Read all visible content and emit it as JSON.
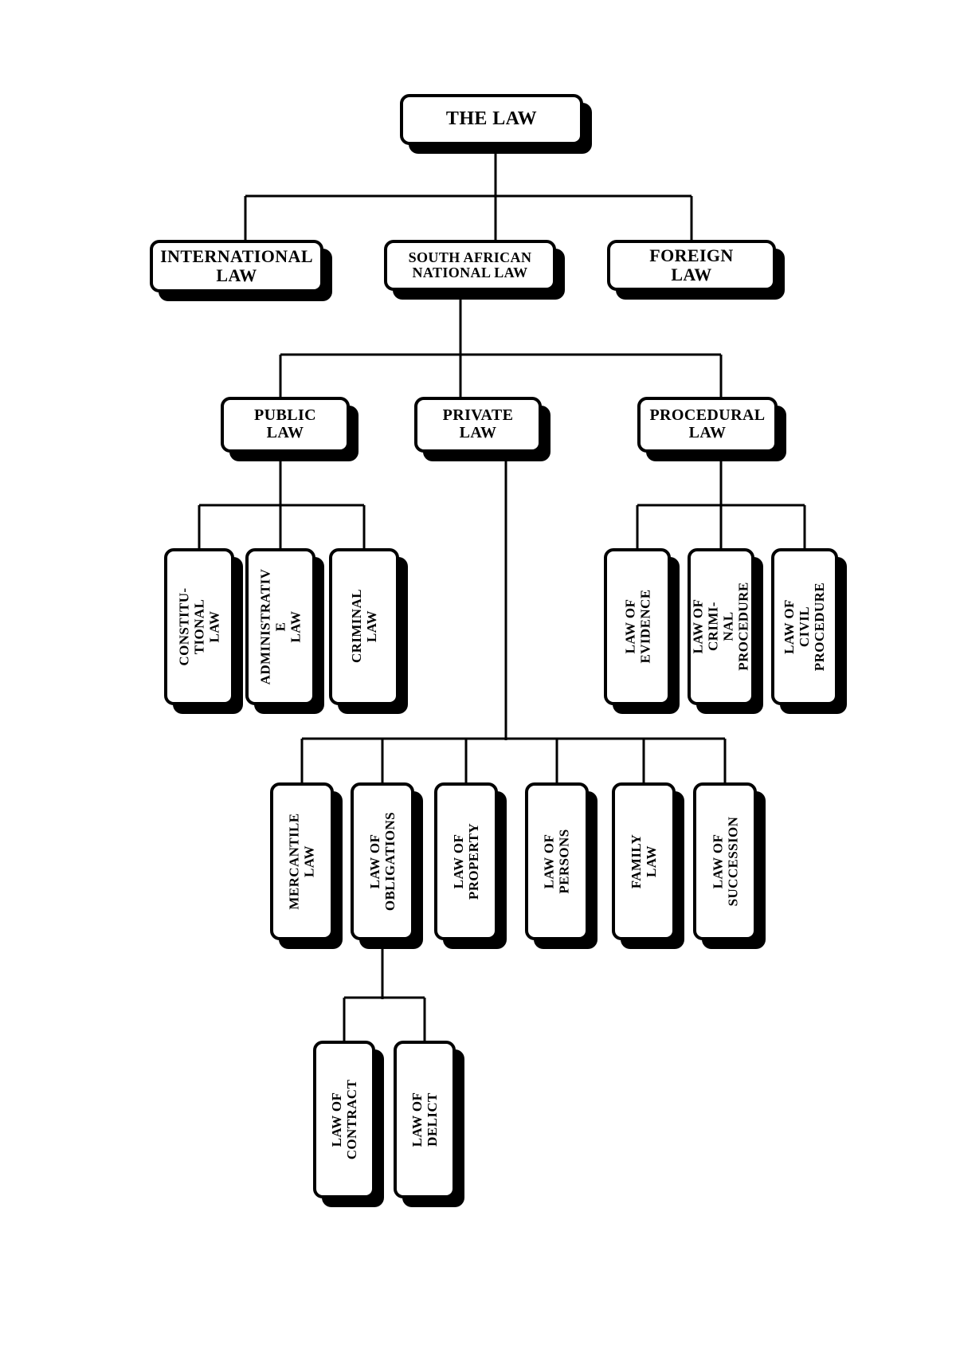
{
  "colors": {
    "ink": "#000000",
    "paper": "#ffffff"
  },
  "diagram": {
    "root_label": "THE LAW",
    "nodes": [
      {
        "id": "the-law",
        "lines": [
          "THE LAW"
        ],
        "vertical": false
      },
      {
        "id": "international-law",
        "lines": [
          "INTERNATIONAL",
          "LAW"
        ],
        "vertical": false
      },
      {
        "id": "south-african-national-law",
        "lines": [
          "SOUTH AFRICAN",
          "NATIONAL LAW"
        ],
        "vertical": false
      },
      {
        "id": "foreign-law",
        "lines": [
          "FOREIGN",
          "LAW"
        ],
        "vertical": false
      },
      {
        "id": "public-law",
        "lines": [
          "PUBLIC",
          "LAW"
        ],
        "vertical": false
      },
      {
        "id": "private-law",
        "lines": [
          "PRIVATE",
          "LAW"
        ],
        "vertical": false
      },
      {
        "id": "procedural-law",
        "lines": [
          "PROCEDURAL",
          "LAW"
        ],
        "vertical": false
      },
      {
        "id": "constitutional-law",
        "lines": [
          "CONSTITU-",
          "TIONAL LAW"
        ],
        "vertical": true
      },
      {
        "id": "administrative-law",
        "lines": [
          "ADMINISTRATIV",
          "E",
          "LAW"
        ],
        "vertical": true
      },
      {
        "id": "criminal-law",
        "lines": [
          "CRIMINAL LAW"
        ],
        "vertical": true
      },
      {
        "id": "law-of-evidence",
        "lines": [
          "LAW OF",
          "EVIDENCE"
        ],
        "vertical": true
      },
      {
        "id": "law-of-criminal-procedure",
        "lines": [
          "LAW OF CRIMI-",
          "NAL PROCEDURE"
        ],
        "vertical": true
      },
      {
        "id": "law-of-civil-procedure",
        "lines": [
          "LAW OF CIVIL",
          "PROCEDURE"
        ],
        "vertical": true
      },
      {
        "id": "mercantile-law",
        "lines": [
          "MERCANTILE",
          "LAW"
        ],
        "vertical": true
      },
      {
        "id": "law-of-obligations",
        "lines": [
          "LAW OF",
          "OBLIGATIONS"
        ],
        "vertical": true
      },
      {
        "id": "law-of-property",
        "lines": [
          "LAW OF",
          "PROPERTY"
        ],
        "vertical": true
      },
      {
        "id": "law-of-persons",
        "lines": [
          "LAW OF",
          "PERSONS"
        ],
        "vertical": true
      },
      {
        "id": "family-law",
        "lines": [
          "FAMILY",
          "LAW"
        ],
        "vertical": true
      },
      {
        "id": "law-of-succession",
        "lines": [
          "LAW OF",
          "SUCCESSION"
        ],
        "vertical": true
      },
      {
        "id": "law-of-contract",
        "lines": [
          "LAW OF",
          "CONTRACT"
        ],
        "vertical": true
      },
      {
        "id": "law-of-delict",
        "lines": [
          "LAW OF",
          "DELICT"
        ],
        "vertical": true
      }
    ],
    "edges": [
      [
        "the-law",
        "international-law"
      ],
      [
        "the-law",
        "south-african-national-law"
      ],
      [
        "the-law",
        "foreign-law"
      ],
      [
        "south-african-national-law",
        "public-law"
      ],
      [
        "south-african-national-law",
        "private-law"
      ],
      [
        "south-african-national-law",
        "procedural-law"
      ],
      [
        "public-law",
        "constitutional-law"
      ],
      [
        "public-law",
        "administrative-law"
      ],
      [
        "public-law",
        "criminal-law"
      ],
      [
        "procedural-law",
        "law-of-evidence"
      ],
      [
        "procedural-law",
        "law-of-criminal-procedure"
      ],
      [
        "procedural-law",
        "law-of-civil-procedure"
      ],
      [
        "private-law",
        "mercantile-law"
      ],
      [
        "private-law",
        "law-of-obligations"
      ],
      [
        "private-law",
        "law-of-property"
      ],
      [
        "private-law",
        "law-of-persons"
      ],
      [
        "private-law",
        "family-law"
      ],
      [
        "private-law",
        "law-of-succession"
      ],
      [
        "law-of-obligations",
        "law-of-contract"
      ],
      [
        "law-of-obligations",
        "law-of-delict"
      ]
    ]
  }
}
